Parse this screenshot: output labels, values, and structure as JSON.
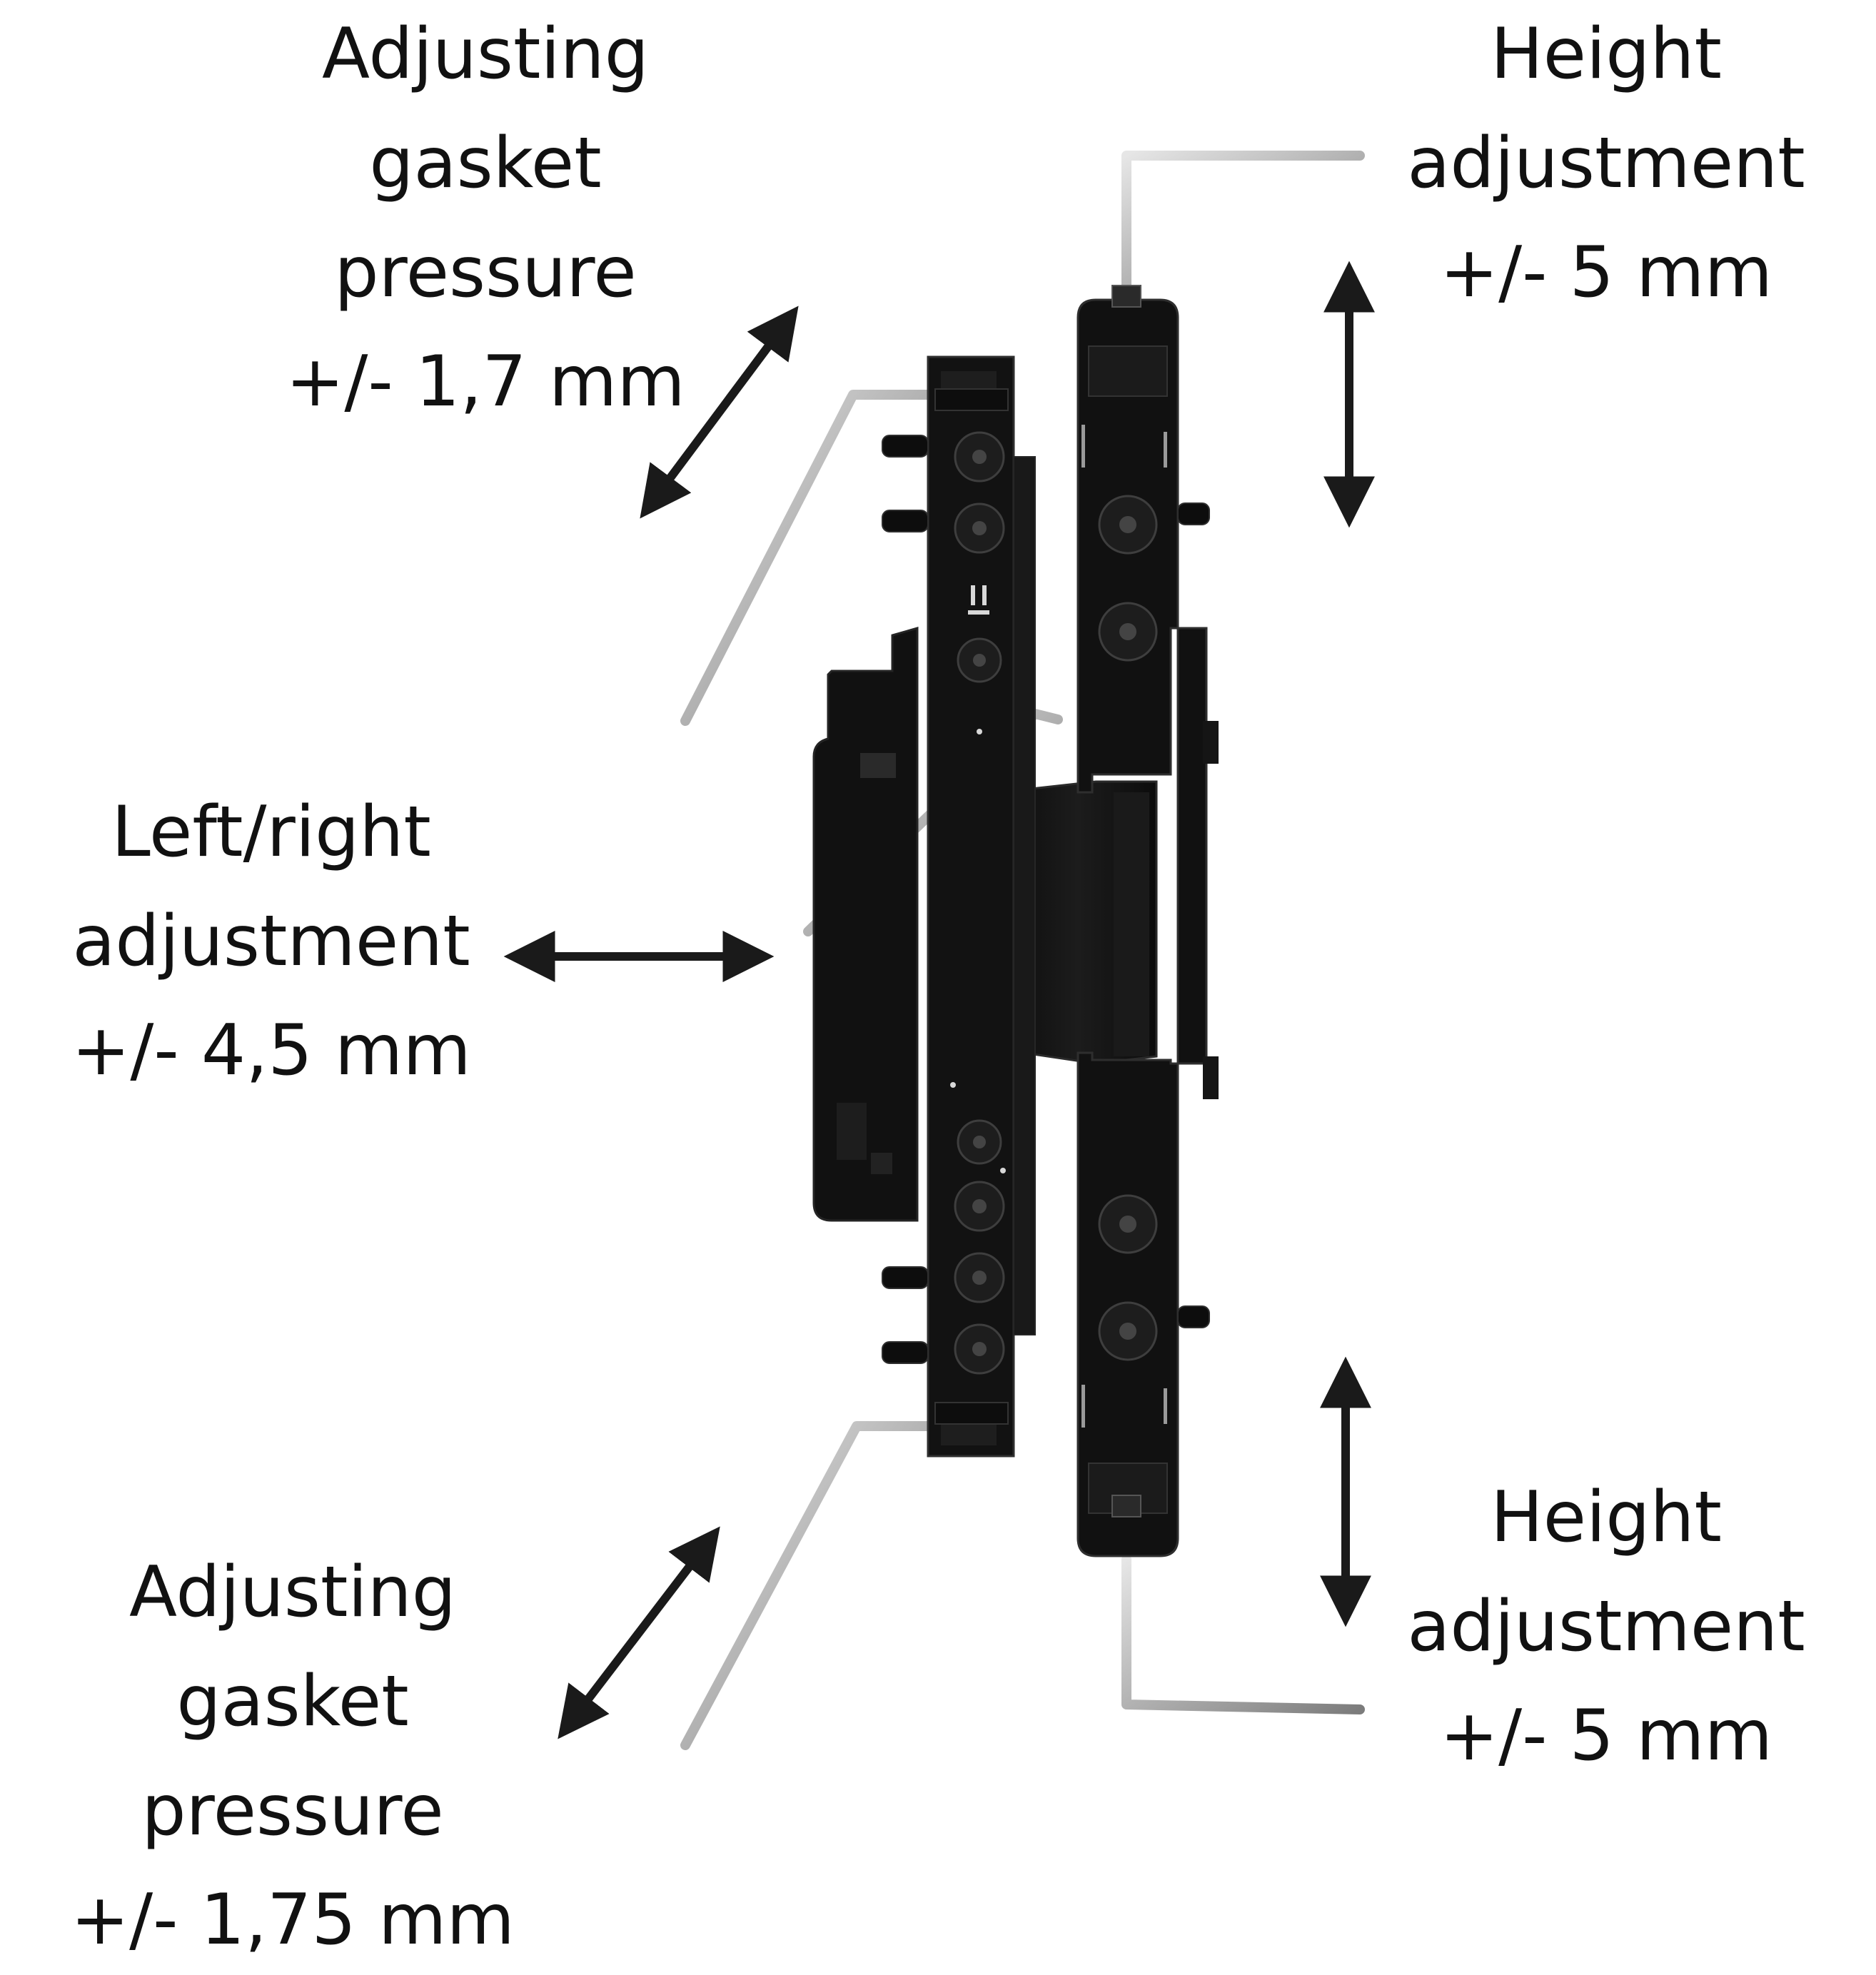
{
  "labels": {
    "top_left": {
      "line1": "Adjusting",
      "line2": "gasket",
      "line3": "pressure",
      "line4": "+/- 1,7 mm"
    },
    "top_right": {
      "line1": "Height",
      "line2": "adjustment",
      "line3": "+/- 5 mm"
    },
    "mid_left": {
      "line1": "Left/right",
      "line2": "adjustment",
      "line3": "+/- 4,5 mm"
    },
    "bottom_right": {
      "line1": "Height",
      "line2": "adjustment",
      "line3": "+/- 5 mm"
    },
    "bottom_left": {
      "line1": "Adjusting",
      "line2": "gasket",
      "line3": "pressure",
      "line4": "+/- 1,75 mm"
    }
  },
  "colors": {
    "hinge_body": "#141414",
    "hinge_edge": "#2a2a2a",
    "hinge_highlight": "#3a3a3a",
    "arrow": "#1a1a1a",
    "allen_key": "#b9b9b9",
    "background": "#ffffff",
    "text": "#111111"
  },
  "icons": [
    "double-arrow-icon",
    "allen-key-icon",
    "adjustment-screw-icon"
  ]
}
